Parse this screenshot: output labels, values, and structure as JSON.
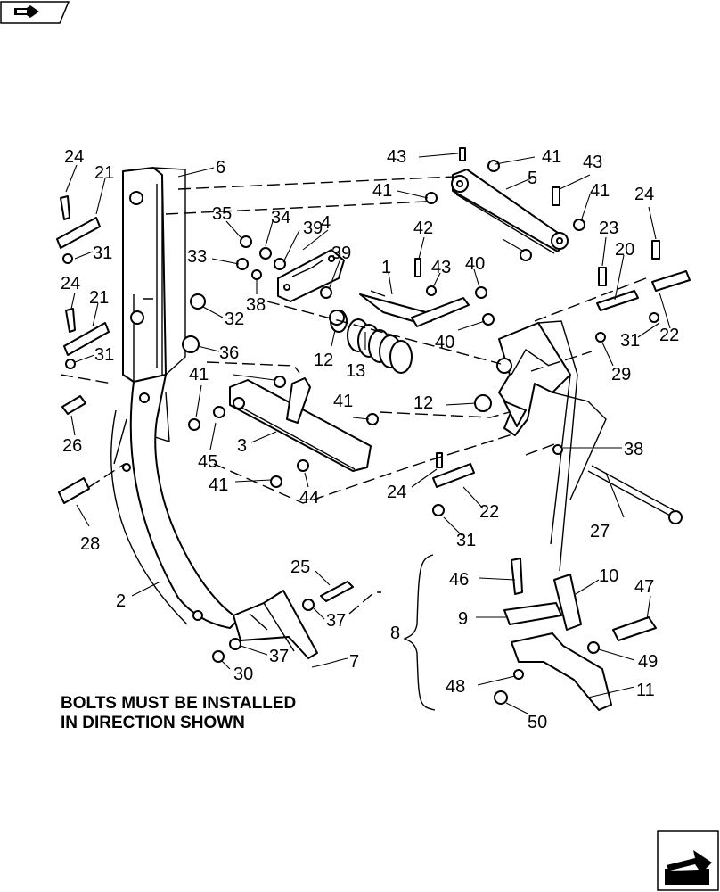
{
  "nav": {
    "back_icon": "arrow-back-icon",
    "forward_icon": "arrow-forward-icon"
  },
  "note": {
    "line1": "BOLTS MUST BE INSTALLED",
    "line2": "IN DIRECTION SHOWN"
  },
  "callouts": [
    "24",
    "21",
    "6",
    "31",
    "24",
    "21",
    "31",
    "26",
    "28",
    "2",
    "35",
    "34",
    "39",
    "4",
    "33",
    "38",
    "39",
    "32",
    "36",
    "41",
    "45",
    "3",
    "41",
    "44",
    "12",
    "13",
    "1",
    "43",
    "40",
    "40",
    "42",
    "43",
    "41",
    "41",
    "5",
    "43",
    "41",
    "24",
    "23",
    "20",
    "22",
    "31",
    "29",
    "41",
    "12",
    "38",
    "24",
    "22",
    "31",
    "27",
    "25",
    "37",
    "37",
    "30",
    "7",
    "46",
    "10",
    "47",
    "9",
    "8",
    "48",
    "49",
    "11",
    "50"
  ],
  "colors": {
    "ink": "#000000",
    "paper": "#ffffff"
  }
}
